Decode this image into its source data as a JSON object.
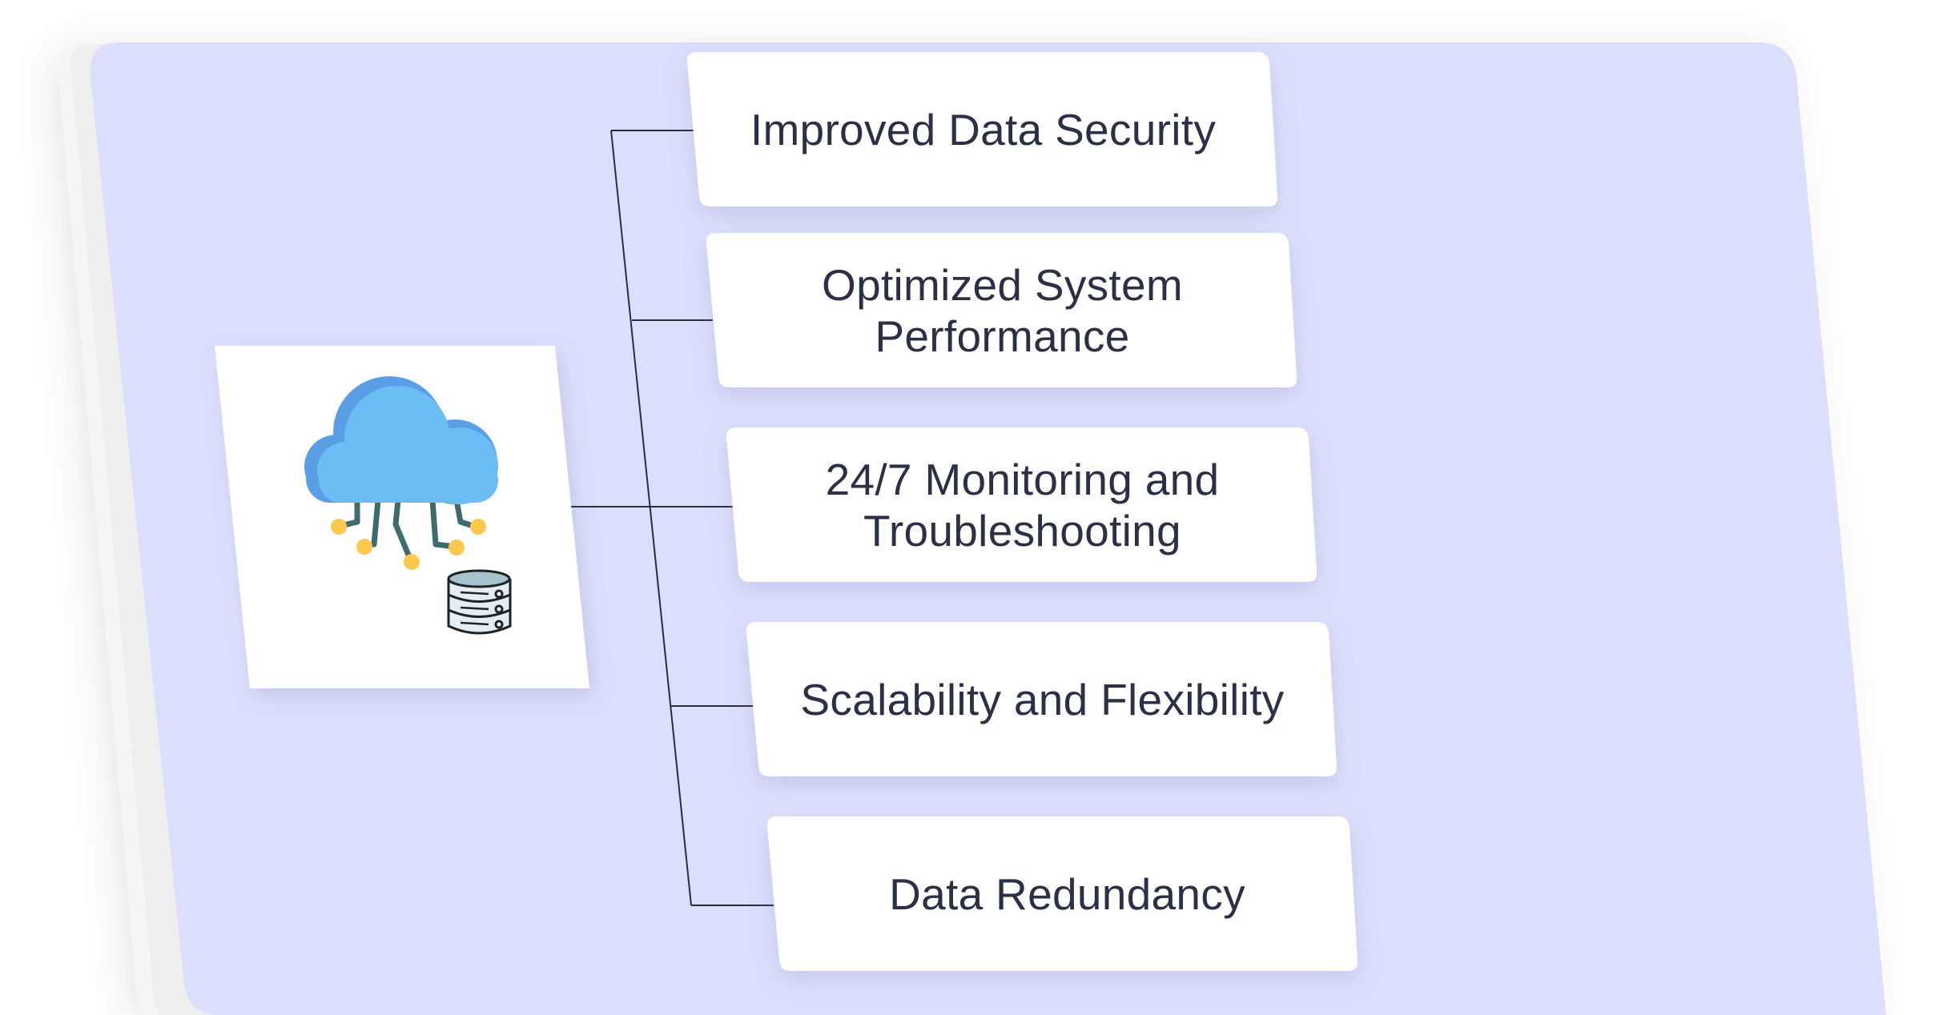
{
  "diagram": {
    "source": {
      "name": "cloud-database",
      "icons": [
        "cloud-icon",
        "database-icon"
      ]
    },
    "branches": [
      {
        "id": "security",
        "label": "Improved Data Security"
      },
      {
        "id": "performance",
        "label": "Optimized System\nPerformance"
      },
      {
        "id": "monitoring",
        "label": "24/7 Monitoring and\nTroubleshooting"
      },
      {
        "id": "scalability",
        "label": "Scalability and Flexibility"
      },
      {
        "id": "redundancy",
        "label": "Data Redundancy"
      }
    ]
  },
  "colors": {
    "panel": "#dcdffb",
    "card": "#ffffff",
    "text": "#2b3046",
    "connector": "#2b2f3a",
    "cloud_dark": "#5a9ee6",
    "cloud_light": "#6dbdf5",
    "wire": "#3d6b6e",
    "node": "#ffc84f",
    "db_fill": "#e4eef2",
    "db_top": "#a6c2cc"
  }
}
